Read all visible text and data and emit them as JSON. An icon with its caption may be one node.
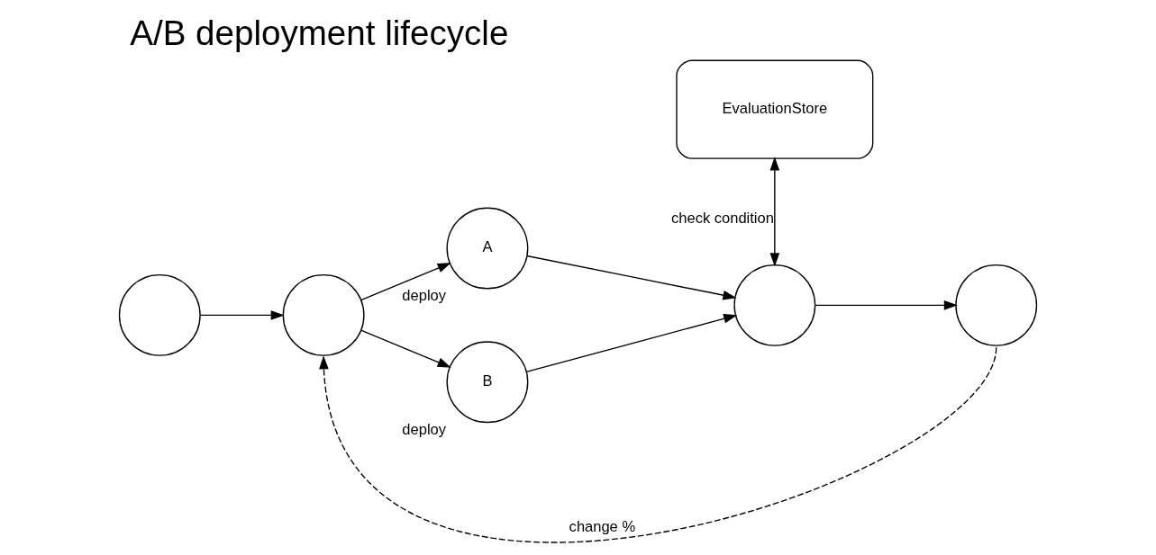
{
  "diagram": {
    "title": "A/B deployment lifecycle",
    "nodes": [
      {
        "text": [
          "EvaluationStore"
        ]
      },
      {
        "text": [
          "A"
        ],
        "beside": [
          "deploy"
        ]
      },
      {
        "text": [],
        "shape": "circle"
      },
      {
        "text": [],
        "shape": "circle"
      },
      {
        "text": [],
        "shape": "circle"
      },
      {
        "text": [],
        "shape": "circle"
      },
      {
        "text": [
          "B"
        ],
        "beside": [
          "deploy"
        ]
      }
    ],
    "edges": [
      {
        "from": 2,
        "to": 3,
        "arrow": "to"
      },
      {
        "from": 3,
        "to": 1,
        "arrow": "to"
      },
      {
        "from": 3,
        "to": 6,
        "arrow": "to"
      },
      {
        "from": 1,
        "to": 4,
        "arrow": "to"
      },
      {
        "from": 6,
        "to": 4,
        "arrow": "to"
      },
      {
        "from": 4,
        "to": 5,
        "arrow": "to"
      },
      {
        "from": 0,
        "to": 4,
        "arrow": "both",
        "label": "check condition"
      },
      {
        "from": 5,
        "to": 3,
        "arrow": "to",
        "style": "dashed",
        "label": "change %"
      }
    ]
  }
}
